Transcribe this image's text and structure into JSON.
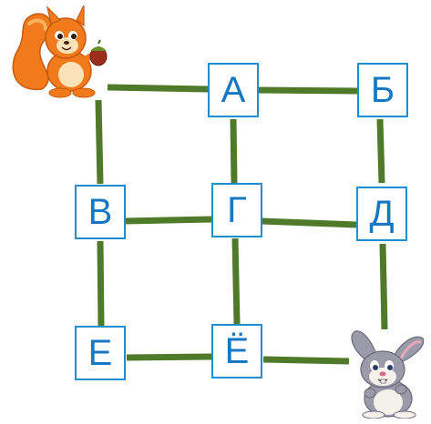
{
  "puzzle": {
    "nodes": [
      {
        "id": "a",
        "label": "А"
      },
      {
        "id": "b",
        "label": "Б"
      },
      {
        "id": "v",
        "label": "В"
      },
      {
        "id": "g",
        "label": "Г"
      },
      {
        "id": "d",
        "label": "Д"
      },
      {
        "id": "e",
        "label": "Е"
      },
      {
        "id": "yo",
        "label": "Ё"
      }
    ],
    "start_character": "squirrel-with-acorn",
    "goal_character": "rabbit"
  },
  "colors": {
    "path": "#4f7a2a",
    "node_border": "#1b8fd0",
    "node_text": "#1677c2",
    "squirrel_fur": "#f07a1c",
    "rabbit_fur": "#9a9aa8"
  }
}
